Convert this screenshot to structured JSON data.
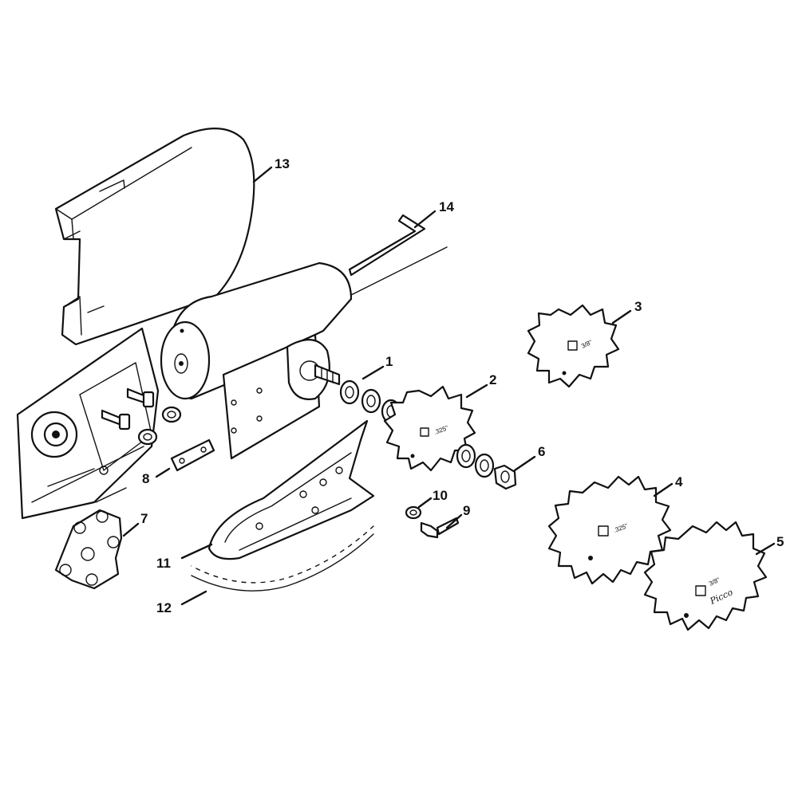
{
  "callouts": {
    "c1": "1",
    "c2": "2",
    "c3": "3",
    "c4": "4",
    "c5": "5",
    "c6": "6",
    "c7": "7",
    "c8": "8",
    "c9": "9",
    "c10": "10",
    "c11": "11",
    "c12": "12",
    "c13": "13",
    "c14": "14"
  },
  "sprocket_stamps": {
    "s2": ".325\"",
    "s3": "3/8\"",
    "s4": ".325\"",
    "s5": "3/8\""
  },
  "brand_mark": "Picco"
}
